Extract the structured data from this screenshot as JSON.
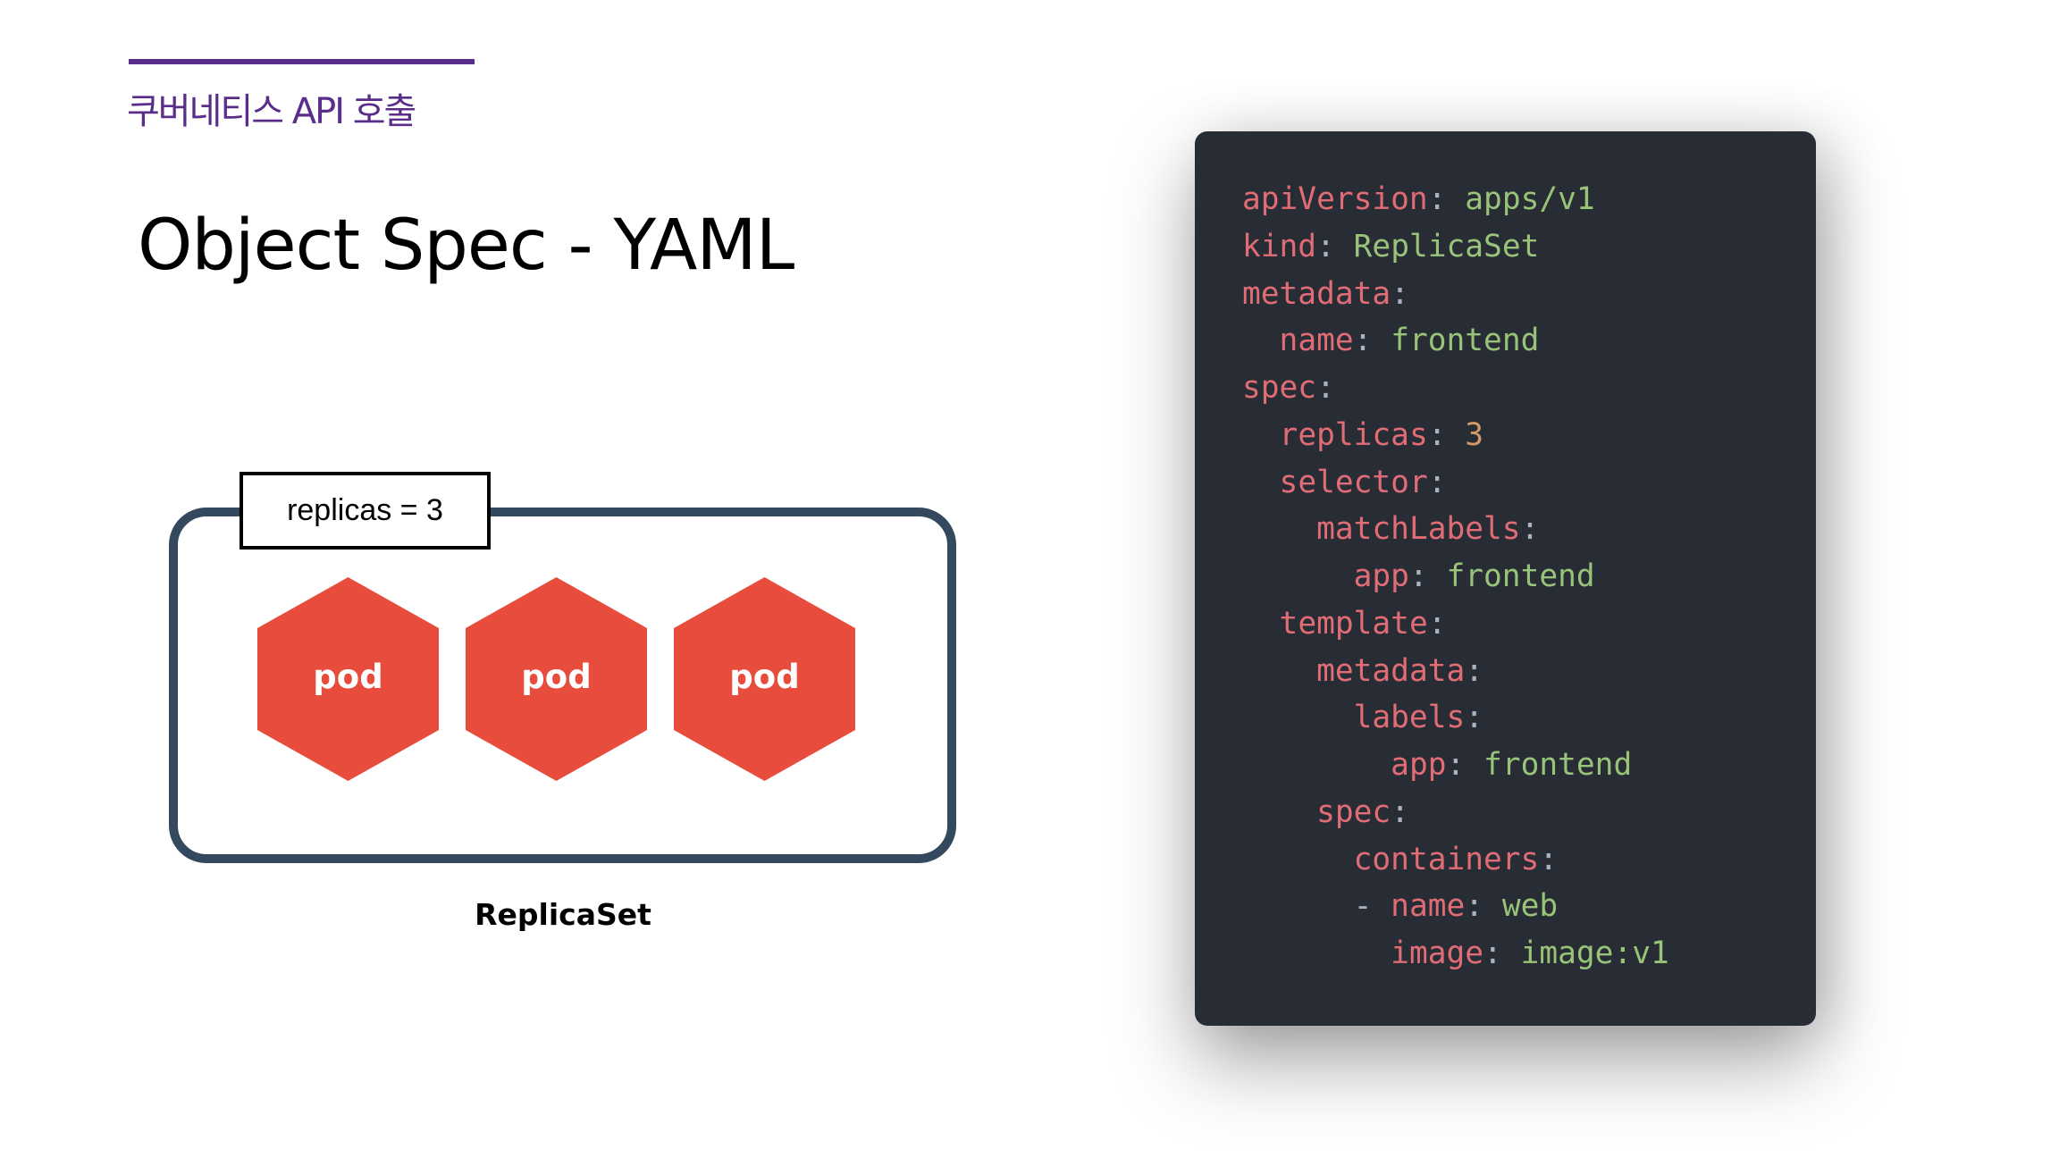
{
  "header": {
    "section_label": "쿠버네티스 API 호출",
    "title": "Object Spec - YAML",
    "accent_color": "#5b2d8a"
  },
  "diagram": {
    "replicas_label": "replicas = 3",
    "pods": [
      {
        "label": "pod"
      },
      {
        "label": "pod"
      },
      {
        "label": "pod"
      }
    ],
    "caption": "ReplicaSet",
    "pod_color": "#e74c3c",
    "box_color": "#34495e"
  },
  "code": {
    "language": "yaml",
    "lines": [
      {
        "indent": "",
        "dash": "",
        "key": "apiVersion",
        "value": "apps/v1",
        "value_type": "string"
      },
      {
        "indent": "",
        "dash": "",
        "key": "kind",
        "value": "ReplicaSet",
        "value_type": "string"
      },
      {
        "indent": "",
        "dash": "",
        "key": "metadata",
        "value": "",
        "value_type": ""
      },
      {
        "indent": "  ",
        "dash": "",
        "key": "name",
        "value": "frontend",
        "value_type": "string"
      },
      {
        "indent": "",
        "dash": "",
        "key": "spec",
        "value": "",
        "value_type": ""
      },
      {
        "indent": "  ",
        "dash": "",
        "key": "replicas",
        "value": "3",
        "value_type": "number"
      },
      {
        "indent": "  ",
        "dash": "",
        "key": "selector",
        "value": "",
        "value_type": ""
      },
      {
        "indent": "    ",
        "dash": "",
        "key": "matchLabels",
        "value": "",
        "value_type": ""
      },
      {
        "indent": "      ",
        "dash": "",
        "key": "app",
        "value": "frontend",
        "value_type": "string"
      },
      {
        "indent": "  ",
        "dash": "",
        "key": "template",
        "value": "",
        "value_type": ""
      },
      {
        "indent": "    ",
        "dash": "",
        "key": "metadata",
        "value": "",
        "value_type": ""
      },
      {
        "indent": "      ",
        "dash": "",
        "key": "labels",
        "value": "",
        "value_type": ""
      },
      {
        "indent": "        ",
        "dash": "",
        "key": "app",
        "value": "frontend",
        "value_type": "string"
      },
      {
        "indent": "    ",
        "dash": "",
        "key": "spec",
        "value": "",
        "value_type": ""
      },
      {
        "indent": "      ",
        "dash": "",
        "key": "containers",
        "value": "",
        "value_type": ""
      },
      {
        "indent": "      ",
        "dash": "- ",
        "key": "name",
        "value": "web",
        "value_type": "string"
      },
      {
        "indent": "        ",
        "dash": "",
        "key": "image",
        "value": "image:v1",
        "value_type": "string"
      }
    ],
    "colors": {
      "background": "#282c34",
      "key": "#e06c75",
      "punctuation": "#abb2bf",
      "string": "#98c379",
      "number": "#d19a66"
    }
  }
}
